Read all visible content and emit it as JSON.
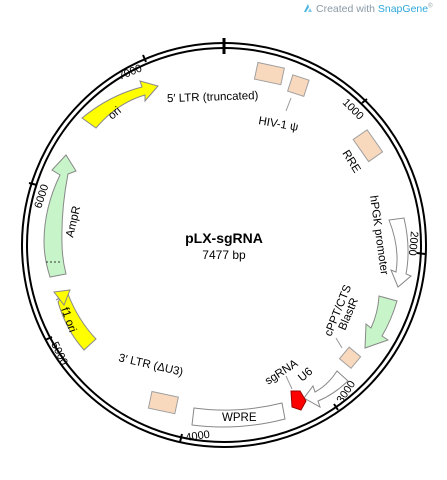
{
  "watermark": {
    "prefix": "Created with",
    "brand": "SnapGene",
    "mark": "®",
    "icon": "snapgene-logo-icon"
  },
  "plasmid": {
    "name": "pLX-sgRNA",
    "length_label": "7477 bp",
    "length_bp": 7477
  },
  "ticks": [
    {
      "bp": 1000,
      "label": "1000"
    },
    {
      "bp": 2000,
      "label": "2000"
    },
    {
      "bp": 3000,
      "label": "3000"
    },
    {
      "bp": 4000,
      "label": "4000"
    },
    {
      "bp": 5000,
      "label": "5000"
    },
    {
      "bp": 6000,
      "label": "6000"
    },
    {
      "bp": 7000,
      "label": "7000"
    }
  ],
  "features": [
    {
      "name": "5-ltr",
      "label": "5′ LTR (truncated)",
      "kind": "box",
      "color": "#f9d9bd"
    },
    {
      "name": "hiv-psi",
      "label": "HIV-1 ψ",
      "kind": "box",
      "color": "#f9d9bd"
    },
    {
      "name": "rre",
      "label": "RRE",
      "kind": "box",
      "color": "#f9d9bd"
    },
    {
      "name": "hpgk-promoter",
      "label": "hPGK promoter",
      "kind": "arrow",
      "color": "#ffffff"
    },
    {
      "name": "blastr",
      "label": "BlastR",
      "kind": "arrow",
      "color": "#c7f5c9"
    },
    {
      "name": "cppt-cts",
      "label": "cPPT/CTS",
      "kind": "box",
      "color": "#f9d9bd"
    },
    {
      "name": "u6",
      "label": "U6",
      "kind": "arrow",
      "color": "#ffffff"
    },
    {
      "name": "sgrna",
      "label": "sgRNA",
      "kind": "arrow",
      "color": "#ff0000"
    },
    {
      "name": "wpre",
      "label": "WPRE",
      "kind": "box",
      "color": "#ffffff"
    },
    {
      "name": "3-ltr",
      "label": "3′ LTR (ΔU3)",
      "kind": "box",
      "color": "#f9d9bd"
    },
    {
      "name": "f1-ori",
      "label": "f1 ori",
      "kind": "arrow",
      "color": "#ffff00"
    },
    {
      "name": "ampr",
      "label": "AmpR",
      "kind": "arrow",
      "color": "#c7f5c9"
    },
    {
      "name": "ori",
      "label": "ori",
      "kind": "arrow",
      "color": "#ffff00"
    }
  ]
}
